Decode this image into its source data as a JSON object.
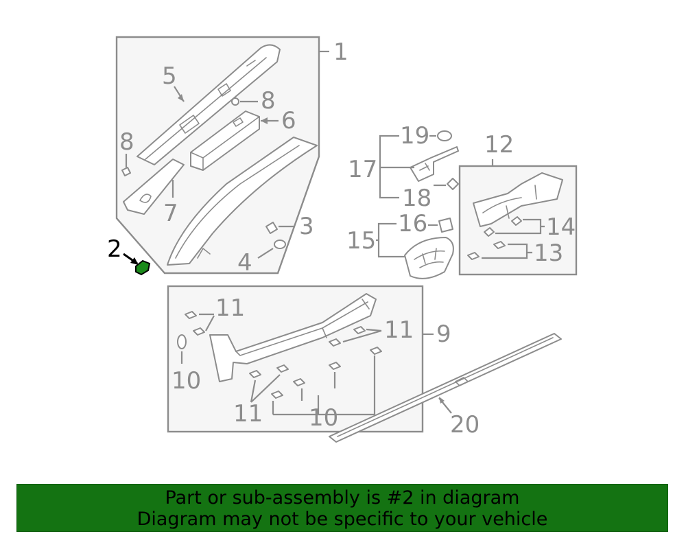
{
  "callouts": {
    "c1": "1",
    "c2": "2",
    "c3": "3",
    "c4": "4",
    "c5": "5",
    "c6": "6",
    "c7": "7",
    "c8a": "8",
    "c8b": "8",
    "c9": "9",
    "c10a": "10",
    "c10b": "10",
    "c11a": "11",
    "c11b": "11",
    "c11c": "11",
    "c12": "12",
    "c13": "13",
    "c14": "14",
    "c15": "15",
    "c16": "16",
    "c17": "17",
    "c18": "18",
    "c19": "19",
    "c20": "20"
  },
  "highlight": {
    "part_number": "2",
    "color": "#1a8a1a"
  },
  "banner": {
    "line1": "Part or sub-assembly is #2 in diagram",
    "line2": "Diagram may not be specific to your vehicle",
    "background": "#147312"
  },
  "colors": {
    "line": "#8c8c8c",
    "box_fill": "#f6f6f6"
  }
}
